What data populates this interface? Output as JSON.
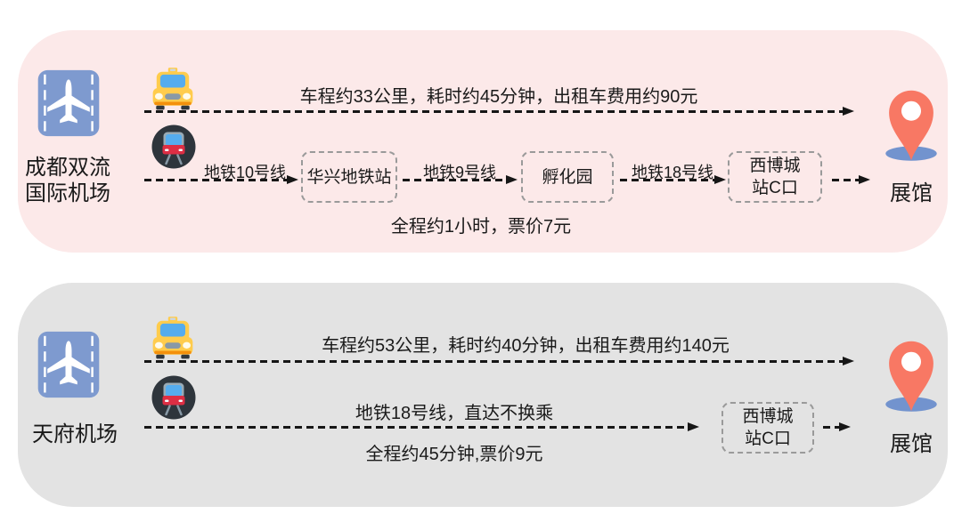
{
  "colors": {
    "panel_top_bg": "#fce9e9",
    "panel_bottom_bg": "#e3e3e3",
    "line_black": "#161616",
    "airport_icon_blue": "#7e9acf",
    "pin_coral": "#f87864",
    "pin_shadow_blue": "#7293ce",
    "taxi_yellow": "#ffcc4d",
    "metro_body_red": "#dd2e44",
    "windshield_blue": "#55acee"
  },
  "icons": {
    "airport": "airport-runway-plane-icon",
    "taxi": "taxi-front-icon",
    "metro": "metro-train-icon",
    "destination": "location-pin-icon"
  },
  "top_route": {
    "airport_name_line1": "成都双流",
    "airport_name_line2": "国际机场",
    "taxi_info": "车程约33公里，耗时约45分钟，出租车费用约90元",
    "metro_leg1_label": "地铁10号线",
    "station1": "华兴地铁站",
    "metro_leg2_label": "地铁9号线",
    "station2": "孵化园",
    "metro_leg3_label": "地铁18号线",
    "station3_line1": "西博城",
    "station3_line2": "站C口",
    "metro_summary": "全程约1小时，票价7元",
    "destination": "展馆"
  },
  "bottom_route": {
    "airport_name": "天府机场",
    "taxi_info": "车程约53公里，耗时约40分钟，出租车费用约140元",
    "metro_label": "地铁18号线，直达不换乘",
    "metro_summary": "全程约45分钟,票价9元",
    "station_line1": "西博城",
    "station_line2": "站C口",
    "destination": "展馆"
  }
}
